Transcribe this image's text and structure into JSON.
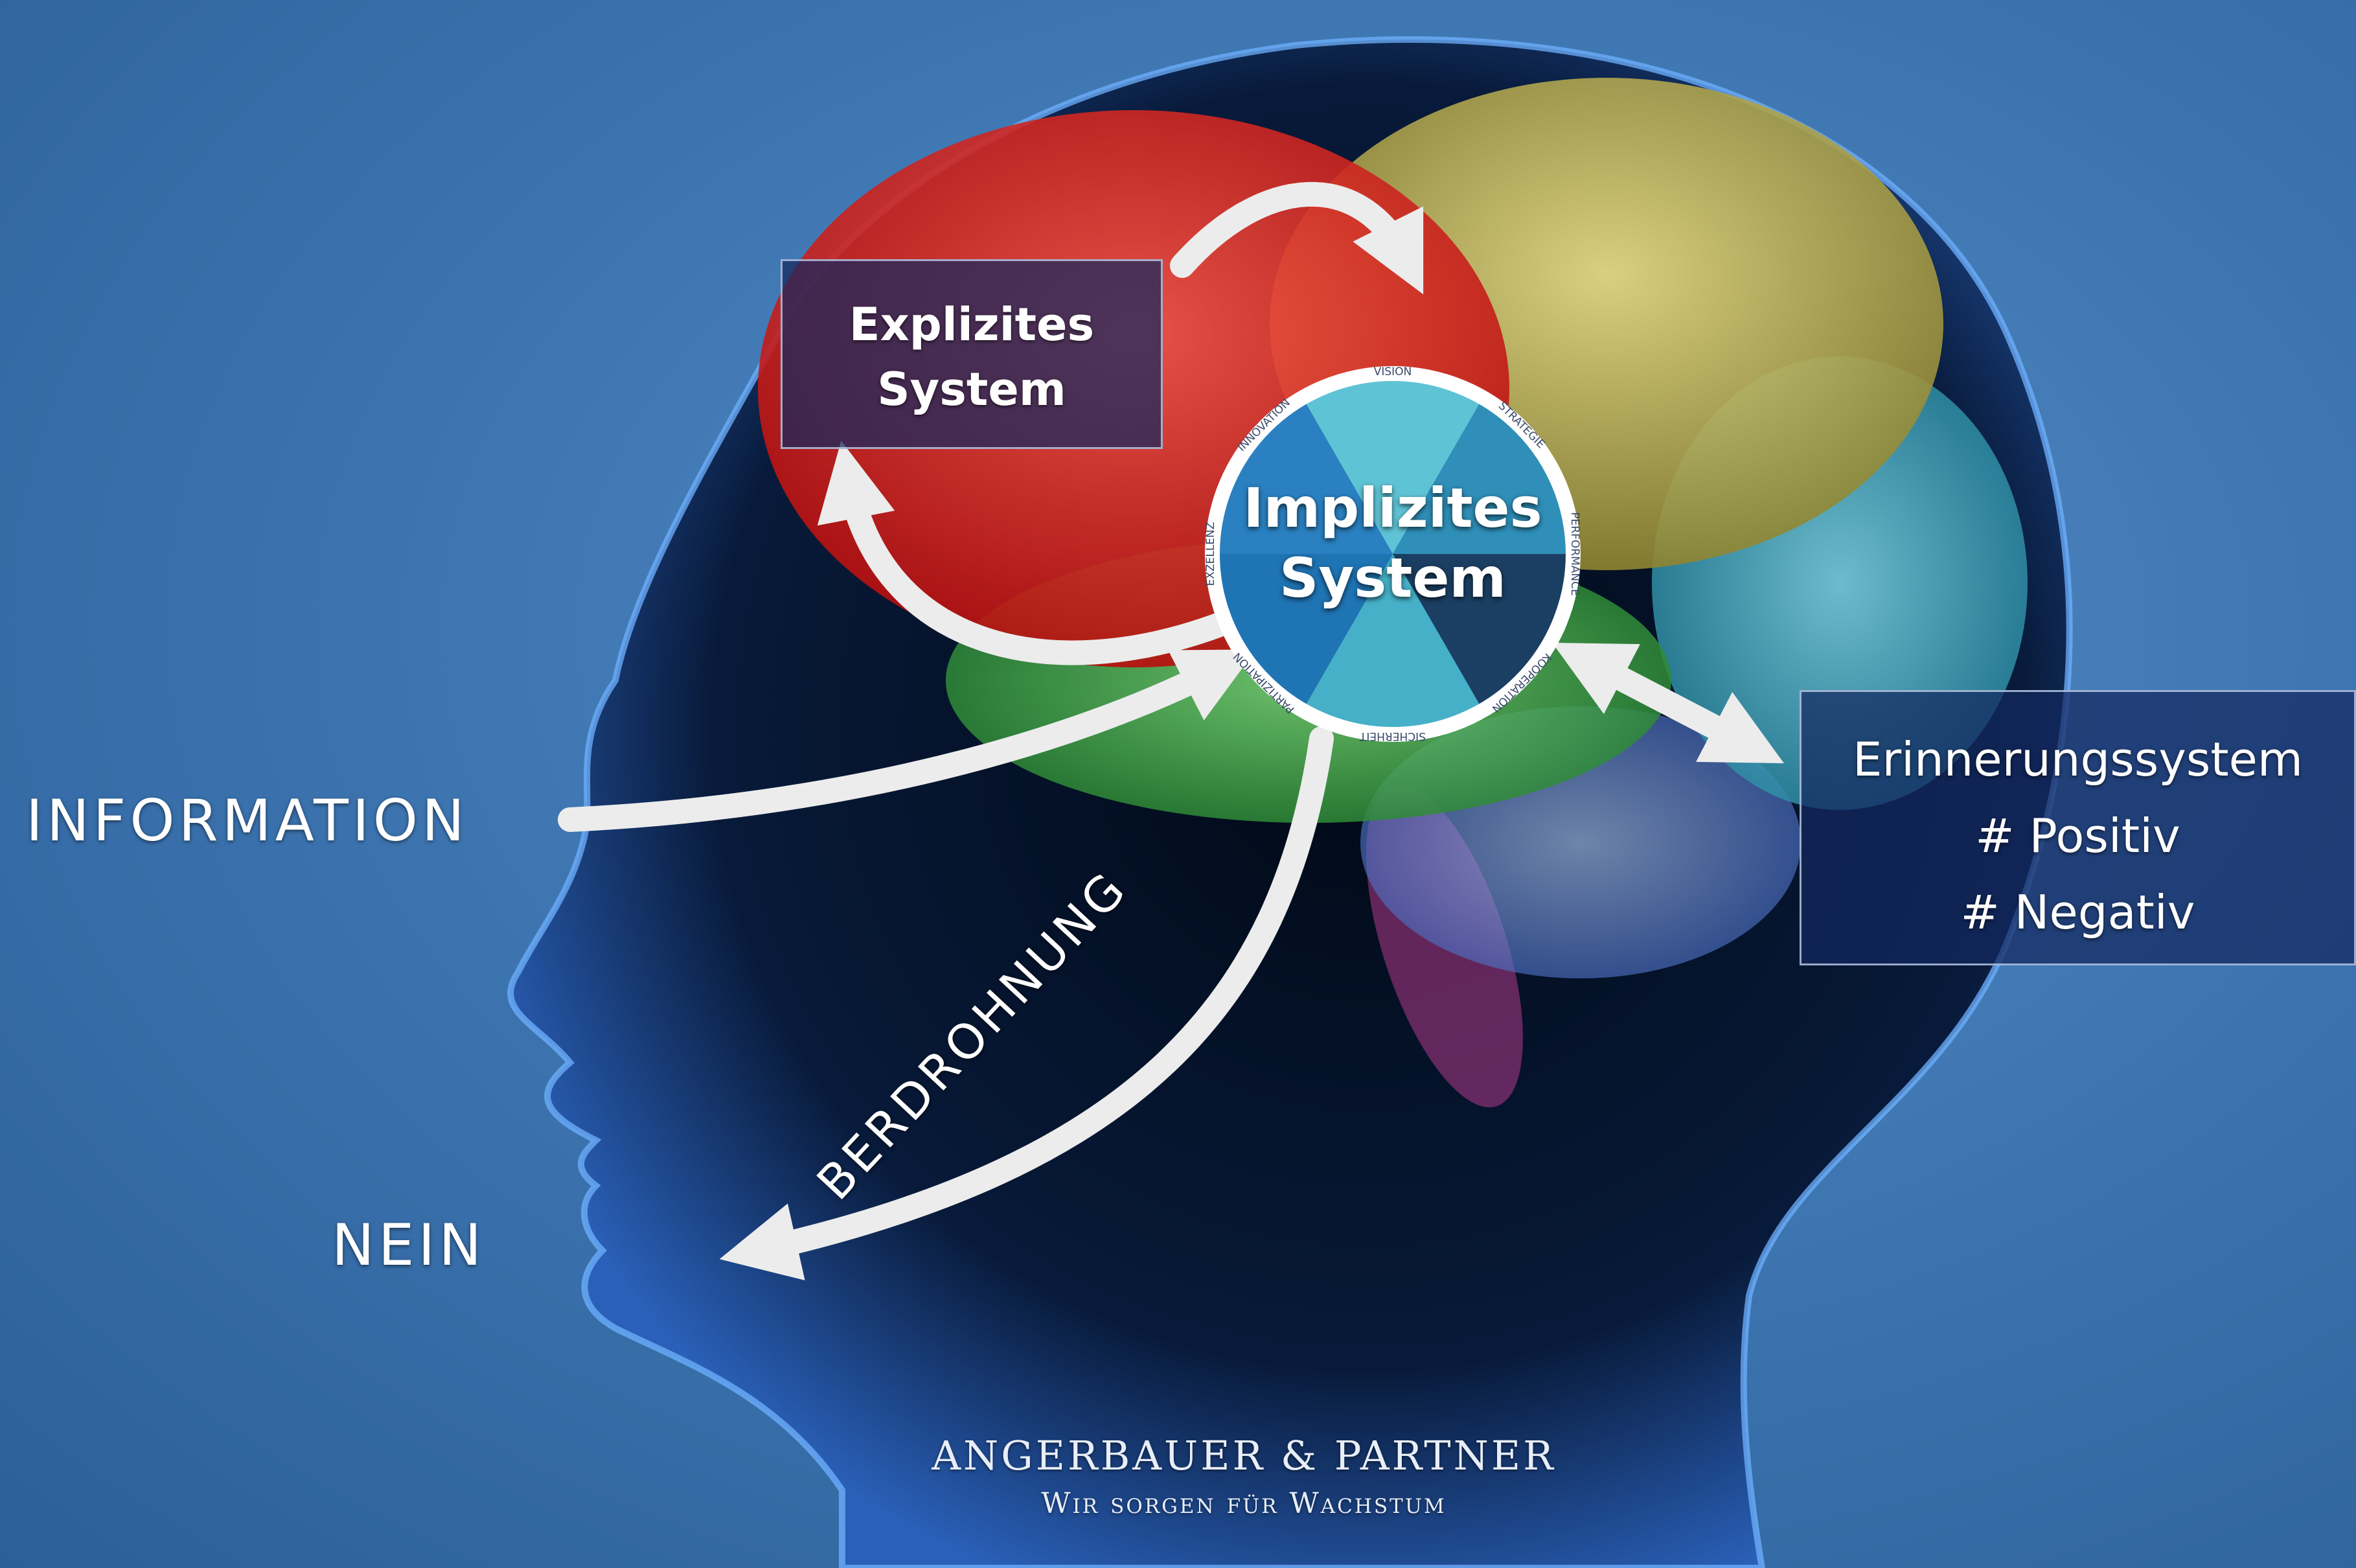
{
  "explicit_system": {
    "line1": "Explizites",
    "line2": "System"
  },
  "implicit_system": {
    "line1": "Implizites",
    "line2": "System",
    "wheel_labels": [
      "Vision",
      "Strategie",
      "Performance",
      "Kooperation",
      "Sicherheit",
      "Partizipation",
      "Exzellenz",
      "Innovation"
    ]
  },
  "memory_system": {
    "title": "Erinnerungssystem",
    "item1": "# Positiv",
    "item2": "# Negativ"
  },
  "labels": {
    "information": "INFORMATION",
    "threat": "BERDROHNUNG",
    "no": "NEIN"
  },
  "brand": {
    "name": "ANGERBAUER & PARTNER",
    "tagline": "Wir sorgen für Wachstum"
  },
  "colors": {
    "frontal_lobe": "#e8201e",
    "parietal_lobe": "#d8cc5a",
    "occipital_lobe": "#3fb0c8",
    "temporal_lobe": "#39b54a",
    "cerebellum": "#5b7fd0",
    "brainstem": "#b03a8a",
    "arrows": "#ececec",
    "box_fill": "#14285f"
  }
}
